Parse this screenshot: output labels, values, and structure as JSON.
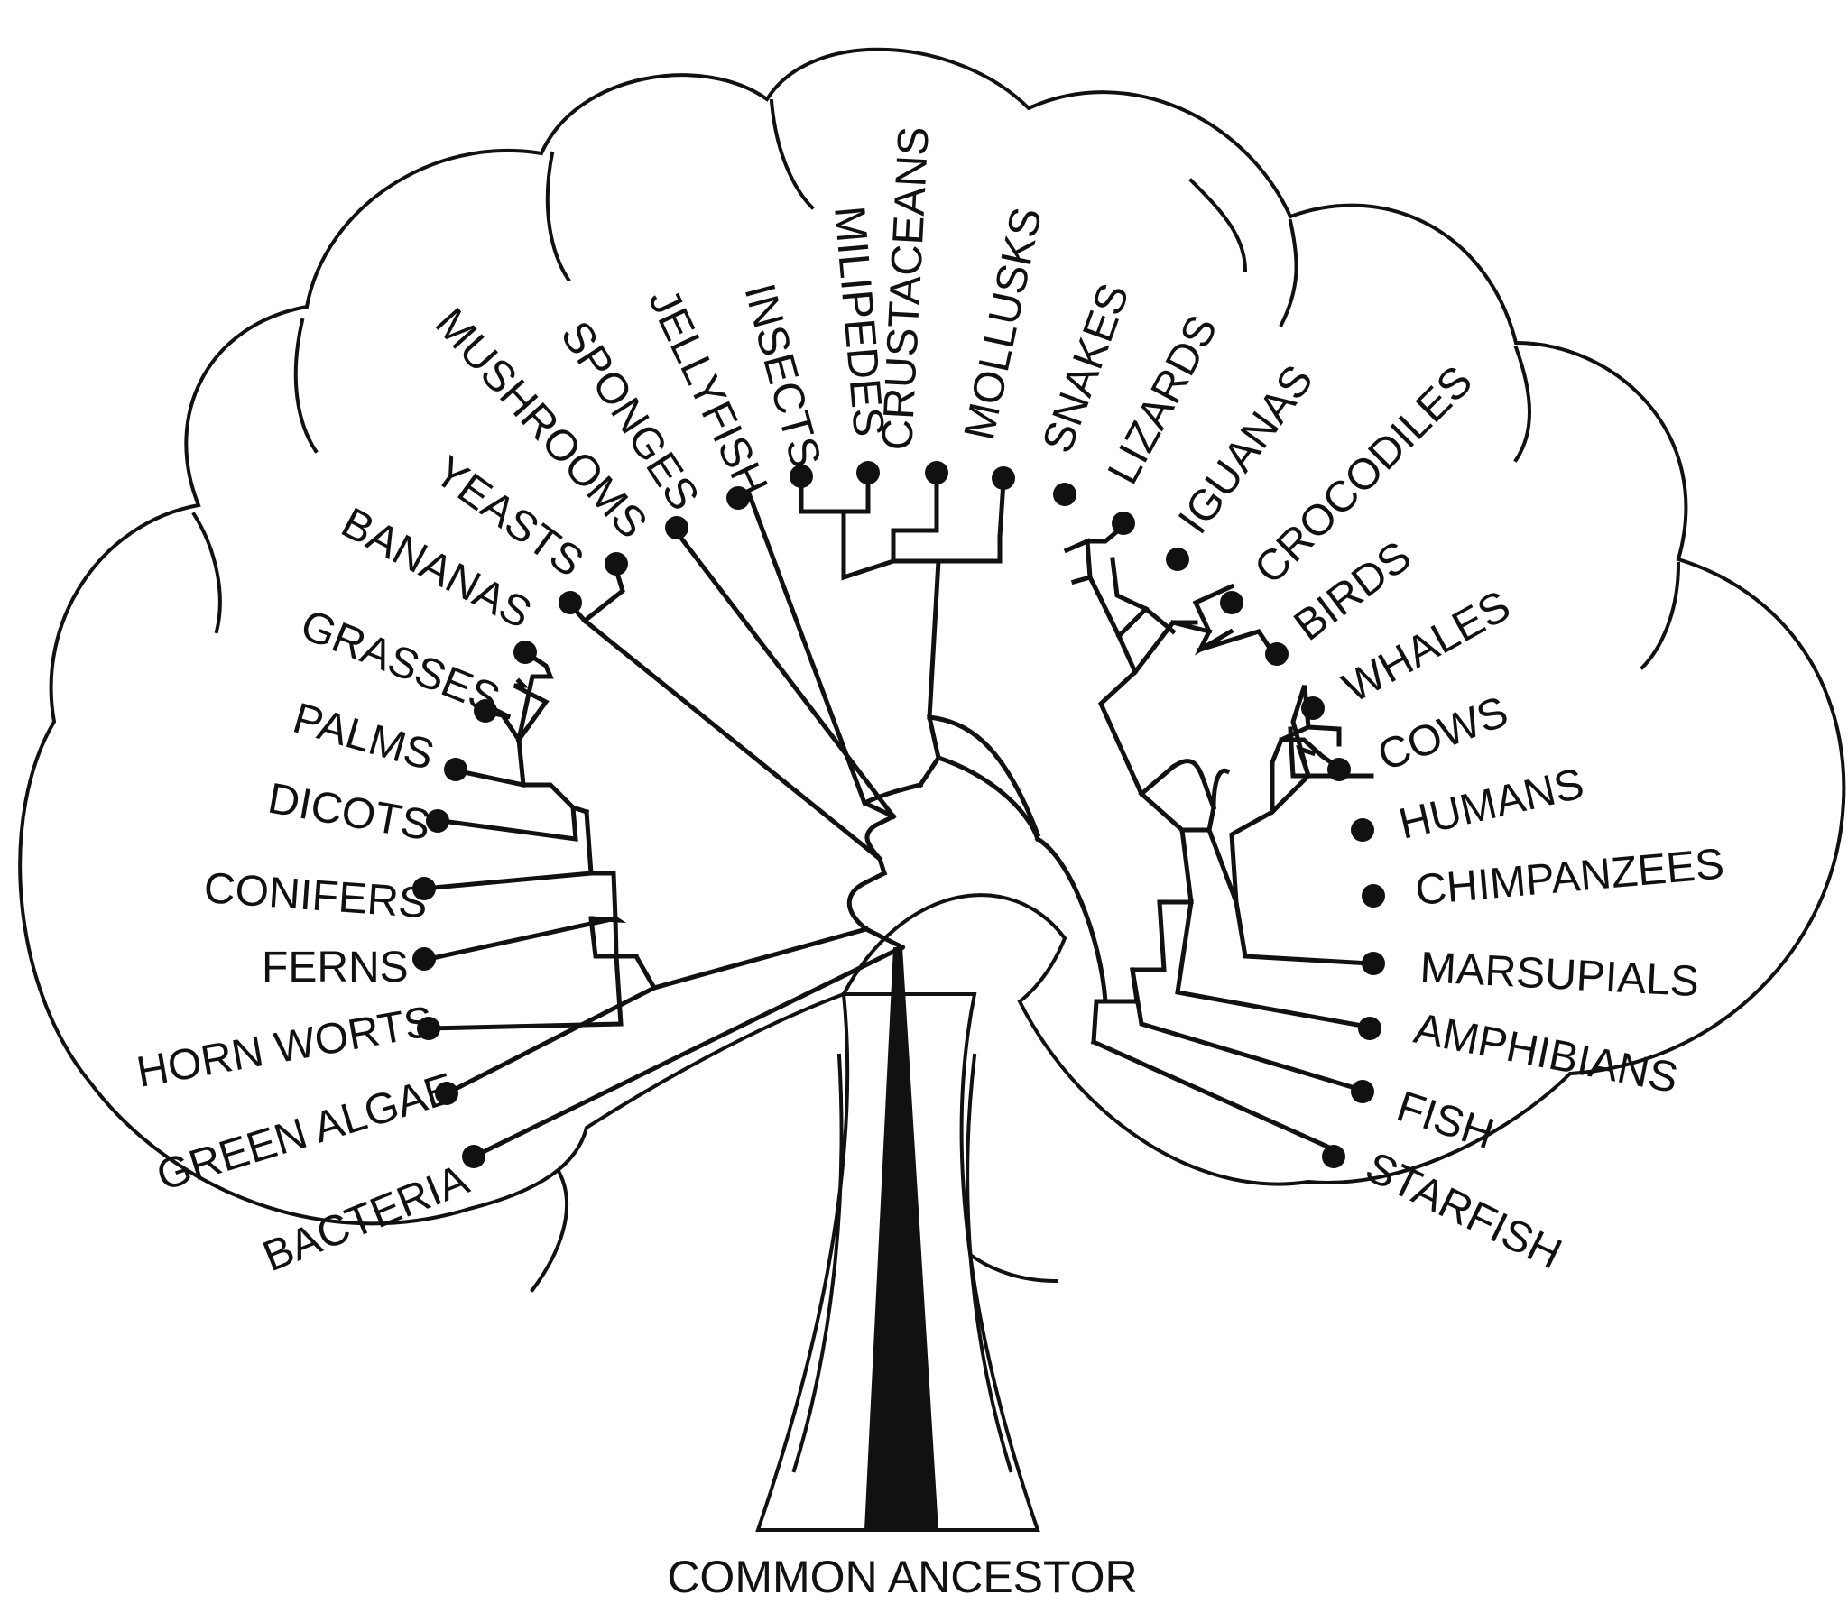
{
  "root_label": "COMMON ANCESTOR",
  "taxa": [
    "BACTERIA",
    "GREEN ALGAE",
    "HORN WORTS",
    "FERNS",
    "CONIFERS",
    "DICOTS",
    "PALMS",
    "GRASSES",
    "BANANAS",
    "YEASTS",
    "MUSHROOMS",
    "SPONGES",
    "JELLYFISH",
    "INSECTS",
    "MILIPEDES",
    "CRUSTACEANS",
    "MOLLUSKS",
    "SNAKES",
    "LIZARDS",
    "IGUANAS",
    "CROCODILES",
    "BIRDS",
    "WHALES",
    "COWS",
    "HUMANS",
    "CHIMPANZEES",
    "MARSUPIALS",
    "AMPHIBIANS",
    "FISH",
    "STARFISH"
  ],
  "colors": {
    "ink": "#111111",
    "background": "#ffffff"
  }
}
